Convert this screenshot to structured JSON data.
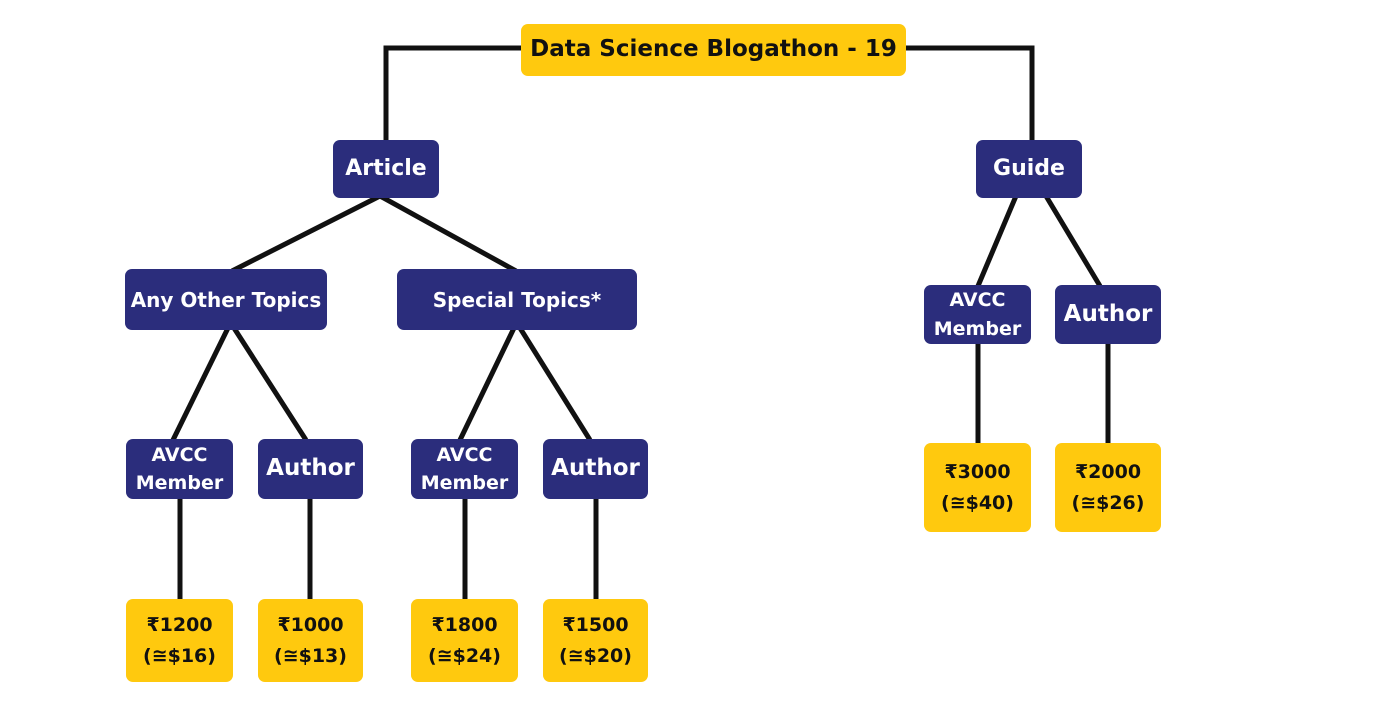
{
  "diagram": {
    "root": "Data Science Blogathon - 19",
    "article": {
      "label": "Article",
      "topics": {
        "other": {
          "label": "Any Other Topics",
          "member": {
            "line1": "AVCC",
            "line2": "Member",
            "prize_inr": "₹1200",
            "prize_usd": "(≅$16)"
          },
          "author": {
            "label": "Author",
            "prize_inr": "₹1000",
            "prize_usd": "(≅$13)"
          }
        },
        "special": {
          "label": "Special Topics*",
          "member": {
            "line1": "AVCC",
            "line2": "Member",
            "prize_inr": "₹1800",
            "prize_usd": "(≅$24)"
          },
          "author": {
            "label": "Author",
            "prize_inr": "₹1500",
            "prize_usd": "(≅$20)"
          }
        }
      }
    },
    "guide": {
      "label": "Guide",
      "member": {
        "line1": "AVCC",
        "line2": "Member",
        "prize_inr": "₹3000",
        "prize_usd": "(≅$40)"
      },
      "author": {
        "label": "Author",
        "prize_inr": "₹2000",
        "prize_usd": "(≅$26)"
      }
    },
    "colors": {
      "node_blue": "#2b2d7c",
      "node_yellow": "#ffc90e",
      "connector": "#111111"
    }
  }
}
